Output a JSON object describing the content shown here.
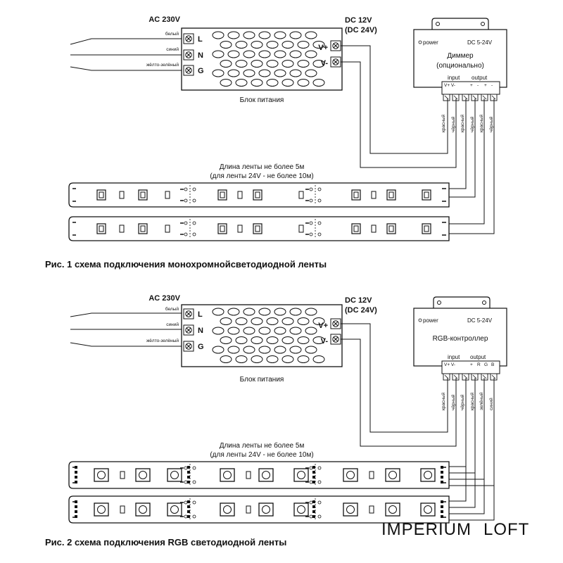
{
  "watermark": {
    "part1": "IMPERIUM",
    "part2": "LOFT"
  },
  "diagrams": [
    {
      "ac_label": "AC 230V",
      "dc_label_1": "DC 12V",
      "dc_label_2": "(DC 24V)",
      "wire_labels": [
        "белый",
        "синий",
        "жёлто-зелёный"
      ],
      "input_terminals": [
        "L",
        "N",
        "G"
      ],
      "output_terminals": [
        "V+",
        "V-"
      ],
      "psu_caption": "Блок питания",
      "controller": {
        "power": "power",
        "range": "DC 5-24V",
        "name_line1": "Диммер",
        "name_line2": "(опционально)",
        "input_label": "input",
        "output_label": "output",
        "input_pins": "V+ V-",
        "output_pins": [
          "+",
          "-",
          "+",
          "-"
        ],
        "pin_wires": [
          "красный",
          "чёрный",
          "красный",
          "чёрный",
          "красный",
          "чёрный"
        ]
      },
      "strip_note_1": "Длина ленты не более 5м",
      "strip_note_2": "(для ленты 24V - не более 10м)",
      "caption": "Рис. 1 схема подключения монохромнойсветодиодной ленты"
    },
    {
      "ac_label": "AC 230V",
      "dc_label_1": "DC 12V",
      "dc_label_2": "(DC 24V)",
      "wire_labels": [
        "белый",
        "синий",
        "жёлто-зелёный"
      ],
      "input_terminals": [
        "L",
        "N",
        "G"
      ],
      "output_terminals": [
        "V+",
        "V-"
      ],
      "psu_caption": "Блок питания",
      "controller": {
        "power": "power",
        "range": "DC 5-24V",
        "name_line1": "RGB-контроллер",
        "input_label": "input",
        "output_label": "output",
        "input_pins": "V+ V-",
        "output_pins": [
          "+",
          "R",
          "G",
          "B"
        ],
        "pin_wires": [
          "красный",
          "чёрный",
          "чёрный",
          "красный",
          "зелёный",
          "синий"
        ]
      },
      "strip_note_1": "Длина ленты не более 5м",
      "strip_note_2": "(для ленты 24V - не более 10м)",
      "caption": "Рис. 2 схема подключения RGB светодиодной ленты"
    }
  ]
}
